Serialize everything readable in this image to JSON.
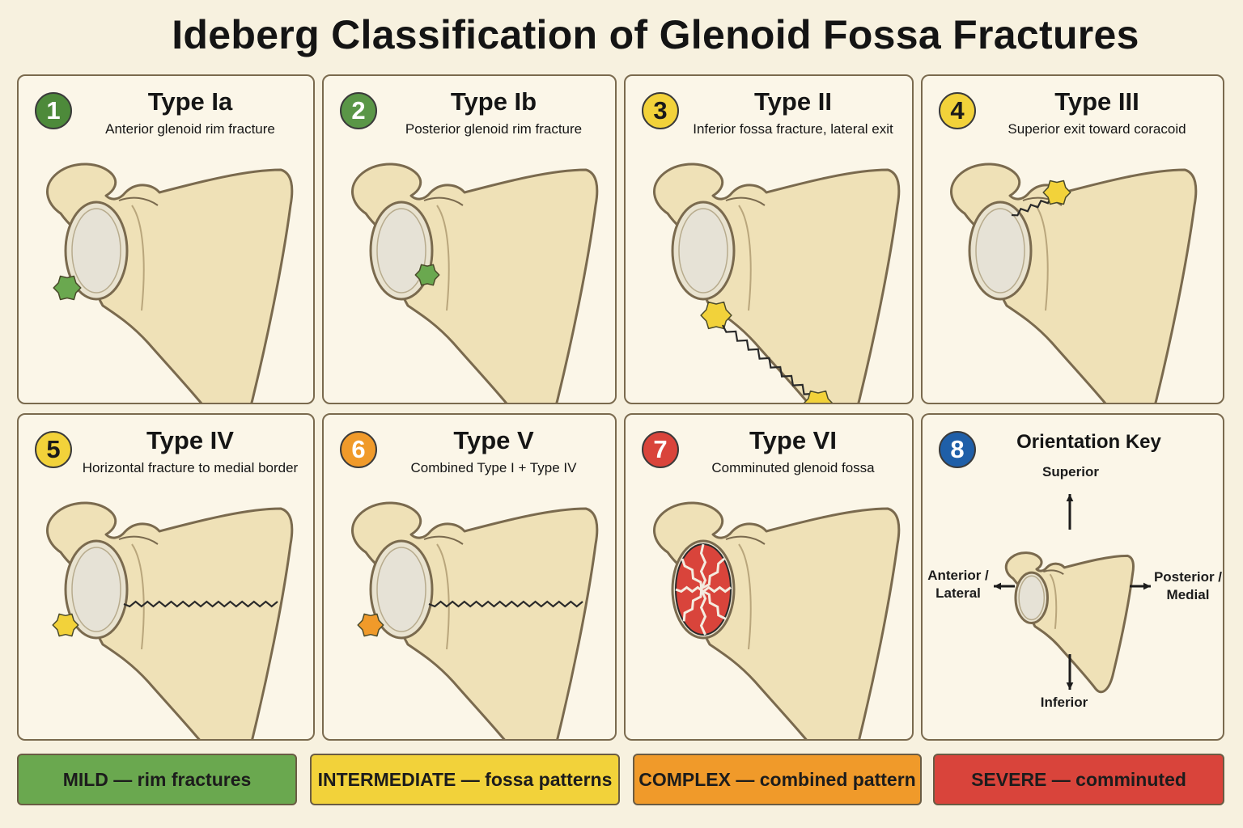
{
  "title": "Ideberg Classification of Glenoid Fossa Fractures",
  "colors": {
    "mild": "#6aa84f",
    "intermediate": "#f2d23a",
    "complex": "#f09a2a",
    "severe": "#d9443b",
    "key": "#1f5fa8",
    "bone": "#efe1b7",
    "bone_outline": "#7a6a4e"
  },
  "panels": [
    {
      "number": "1",
      "type": "Type Ia",
      "description": "Anterior glenoid rim fracture",
      "badge_color": "#4d8a3a",
      "badge_text_color": "#ffffff",
      "fracture": "anterior-rim"
    },
    {
      "number": "2",
      "type": "Type Ib",
      "description": "Posterior glenoid rim fracture",
      "badge_color": "#5a9647",
      "badge_text_color": "#ffffff",
      "fracture": "posterior-rim"
    },
    {
      "number": "3",
      "type": "Type II",
      "description": "Inferior fossa fracture, lateral exit",
      "badge_color": "#f2d23a",
      "badge_text_color": "#1a1a1a",
      "fracture": "inferior-lateral"
    },
    {
      "number": "4",
      "type": "Type III",
      "description": "Superior exit toward coracoid",
      "badge_color": "#f2d23a",
      "badge_text_color": "#1a1a1a",
      "fracture": "superior-coracoid"
    },
    {
      "number": "5",
      "type": "Type IV",
      "description": "Horizontal fracture to medial border",
      "badge_color": "#f2d23a",
      "badge_text_color": "#1a1a1a",
      "fracture": "horizontal"
    },
    {
      "number": "6",
      "type": "Type V",
      "description": "Combined Type I + Type IV",
      "badge_color": "#f09a2a",
      "badge_text_color": "#ffffff",
      "fracture": "combined"
    },
    {
      "number": "7",
      "type": "Type VI",
      "description": "Comminuted glenoid fossa",
      "badge_color": "#d9443b",
      "badge_text_color": "#ffffff",
      "fracture": "comminuted"
    }
  ],
  "orientation_key": {
    "number": "8",
    "title": "Orientation Key",
    "superior": "Superior",
    "inferior": "Inferior",
    "anterior_line1": "Anterior /",
    "anterior_line2": "Lateral",
    "posterior_line1": "Posterior /",
    "posterior_line2": "Medial"
  },
  "legend": [
    {
      "label": "MILD — rim fractures",
      "color": "#6aa84f"
    },
    {
      "label": "INTERMEDIATE — fossa patterns",
      "color": "#f2d23a"
    },
    {
      "label": "COMPLEX — combined pattern",
      "color": "#f09a2a"
    },
    {
      "label": "SEVERE — comminuted",
      "color": "#d9443b"
    }
  ]
}
